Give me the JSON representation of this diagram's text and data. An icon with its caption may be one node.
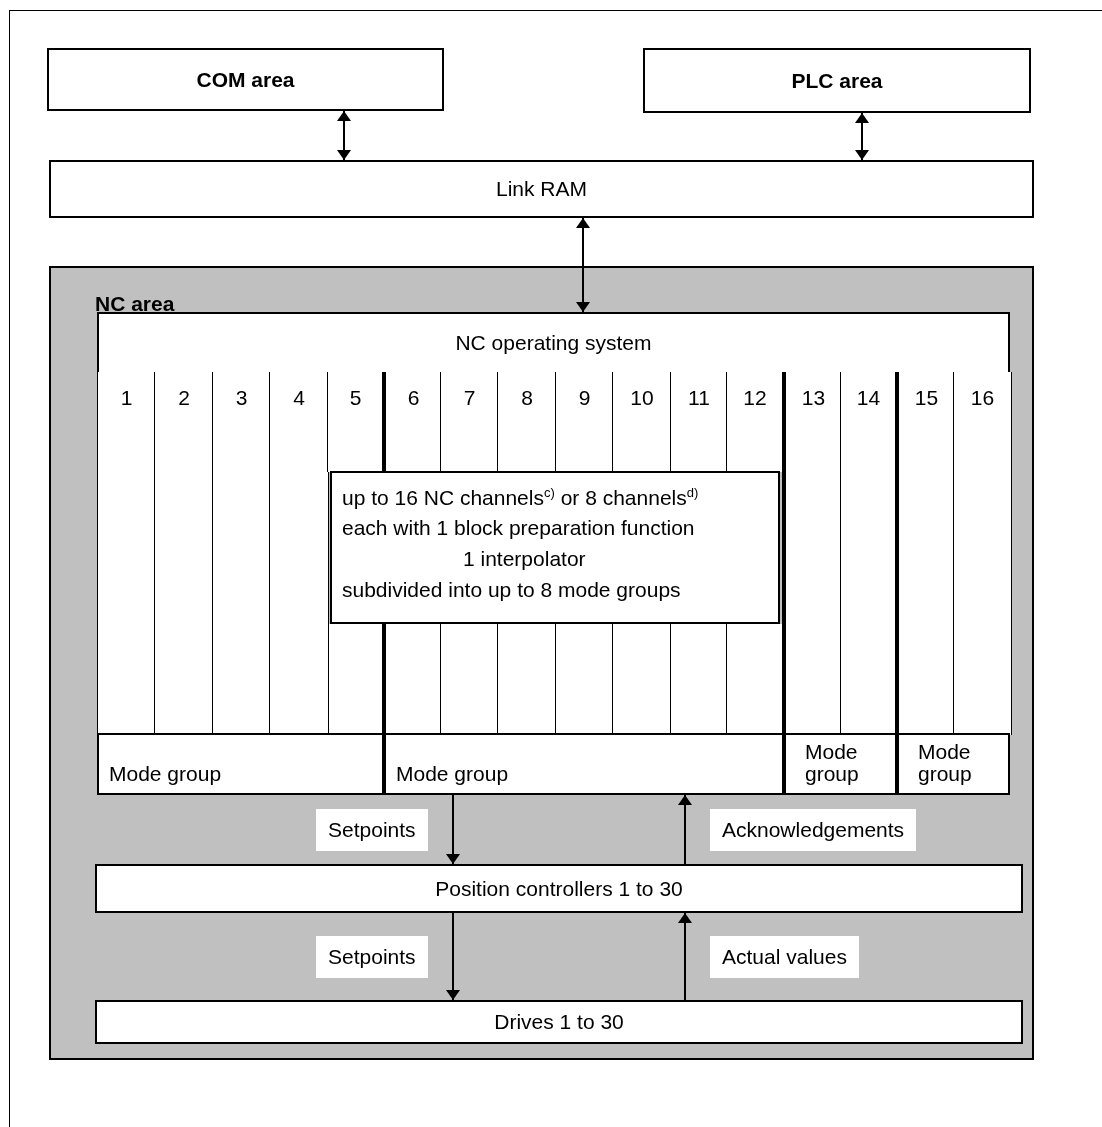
{
  "diagram": {
    "nodes": [
      {
        "text": [
          "COM area"
        ]
      },
      {
        "text": [
          "PLC area"
        ]
      },
      {
        "text": [
          "Link RAM"
        ]
      },
      {
        "text": [
          "NC area"
        ]
      },
      {
        "text": [
          "NC operating system"
        ],
        "in": 3
      },
      {
        "text": [
          "1"
        ],
        "in": 3
      },
      {
        "text": [
          "2"
        ],
        "in": 3
      },
      {
        "text": [
          "3"
        ],
        "in": 3
      },
      {
        "text": [
          "4"
        ],
        "in": 3
      },
      {
        "text": [
          "5"
        ],
        "in": 3
      },
      {
        "text": [
          "6"
        ],
        "in": 3
      },
      {
        "text": [
          "7"
        ],
        "in": 3
      },
      {
        "text": [
          "8"
        ],
        "in": 3
      },
      {
        "text": [
          "9"
        ],
        "in": 3
      },
      {
        "text": [
          "10"
        ],
        "in": 3
      },
      {
        "text": [
          "11"
        ],
        "in": 3
      },
      {
        "text": [
          "12"
        ],
        "in": 3
      },
      {
        "text": [
          "13"
        ],
        "in": 3
      },
      {
        "text": [
          "14"
        ],
        "in": 3
      },
      {
        "text": [
          "15"
        ],
        "in": 3
      },
      {
        "text": [
          "16"
        ],
        "in": 3
      },
      {
        "text": [
          "Mode group"
        ],
        "in": 3
      },
      {
        "text": [
          "Mode group"
        ],
        "in": 3
      },
      {
        "text": [
          "Mode group"
        ],
        "in": 3
      },
      {
        "text": [
          "Mode group"
        ],
        "in": 3
      },
      {
        "text": [
          "up to 16 NC channels$^{c)}$ or 8 channels$^{d)}$",
          "each with 1 block preparation function",
          "1 interpolator",
          "subdivided into up to 8 mode groups"
        ],
        "in": 3
      },
      {
        "text": [
          "Position controllers 1 to 30"
        ],
        "in": 3
      },
      {
        "text": [
          "Drives 1 to 30"
        ],
        "in": 3
      }
    ],
    "edges": [
      {
        "from": 0,
        "to": 2,
        "arrow": "both"
      },
      {
        "from": 1,
        "to": 2,
        "arrow": "both"
      },
      {
        "from": 2,
        "to": 4,
        "arrow": "both"
      },
      {
        "from": 22,
        "to": 26,
        "arrow": "to",
        "label": "Setpoints"
      },
      {
        "from": 26,
        "to": 22,
        "arrow": "to",
        "label": "Acknowledgements"
      },
      {
        "from": 26,
        "to": 27,
        "arrow": "to",
        "label": "Setpoints"
      },
      {
        "from": 27,
        "to": 26,
        "arrow": "to",
        "label": "Actual values"
      }
    ]
  }
}
